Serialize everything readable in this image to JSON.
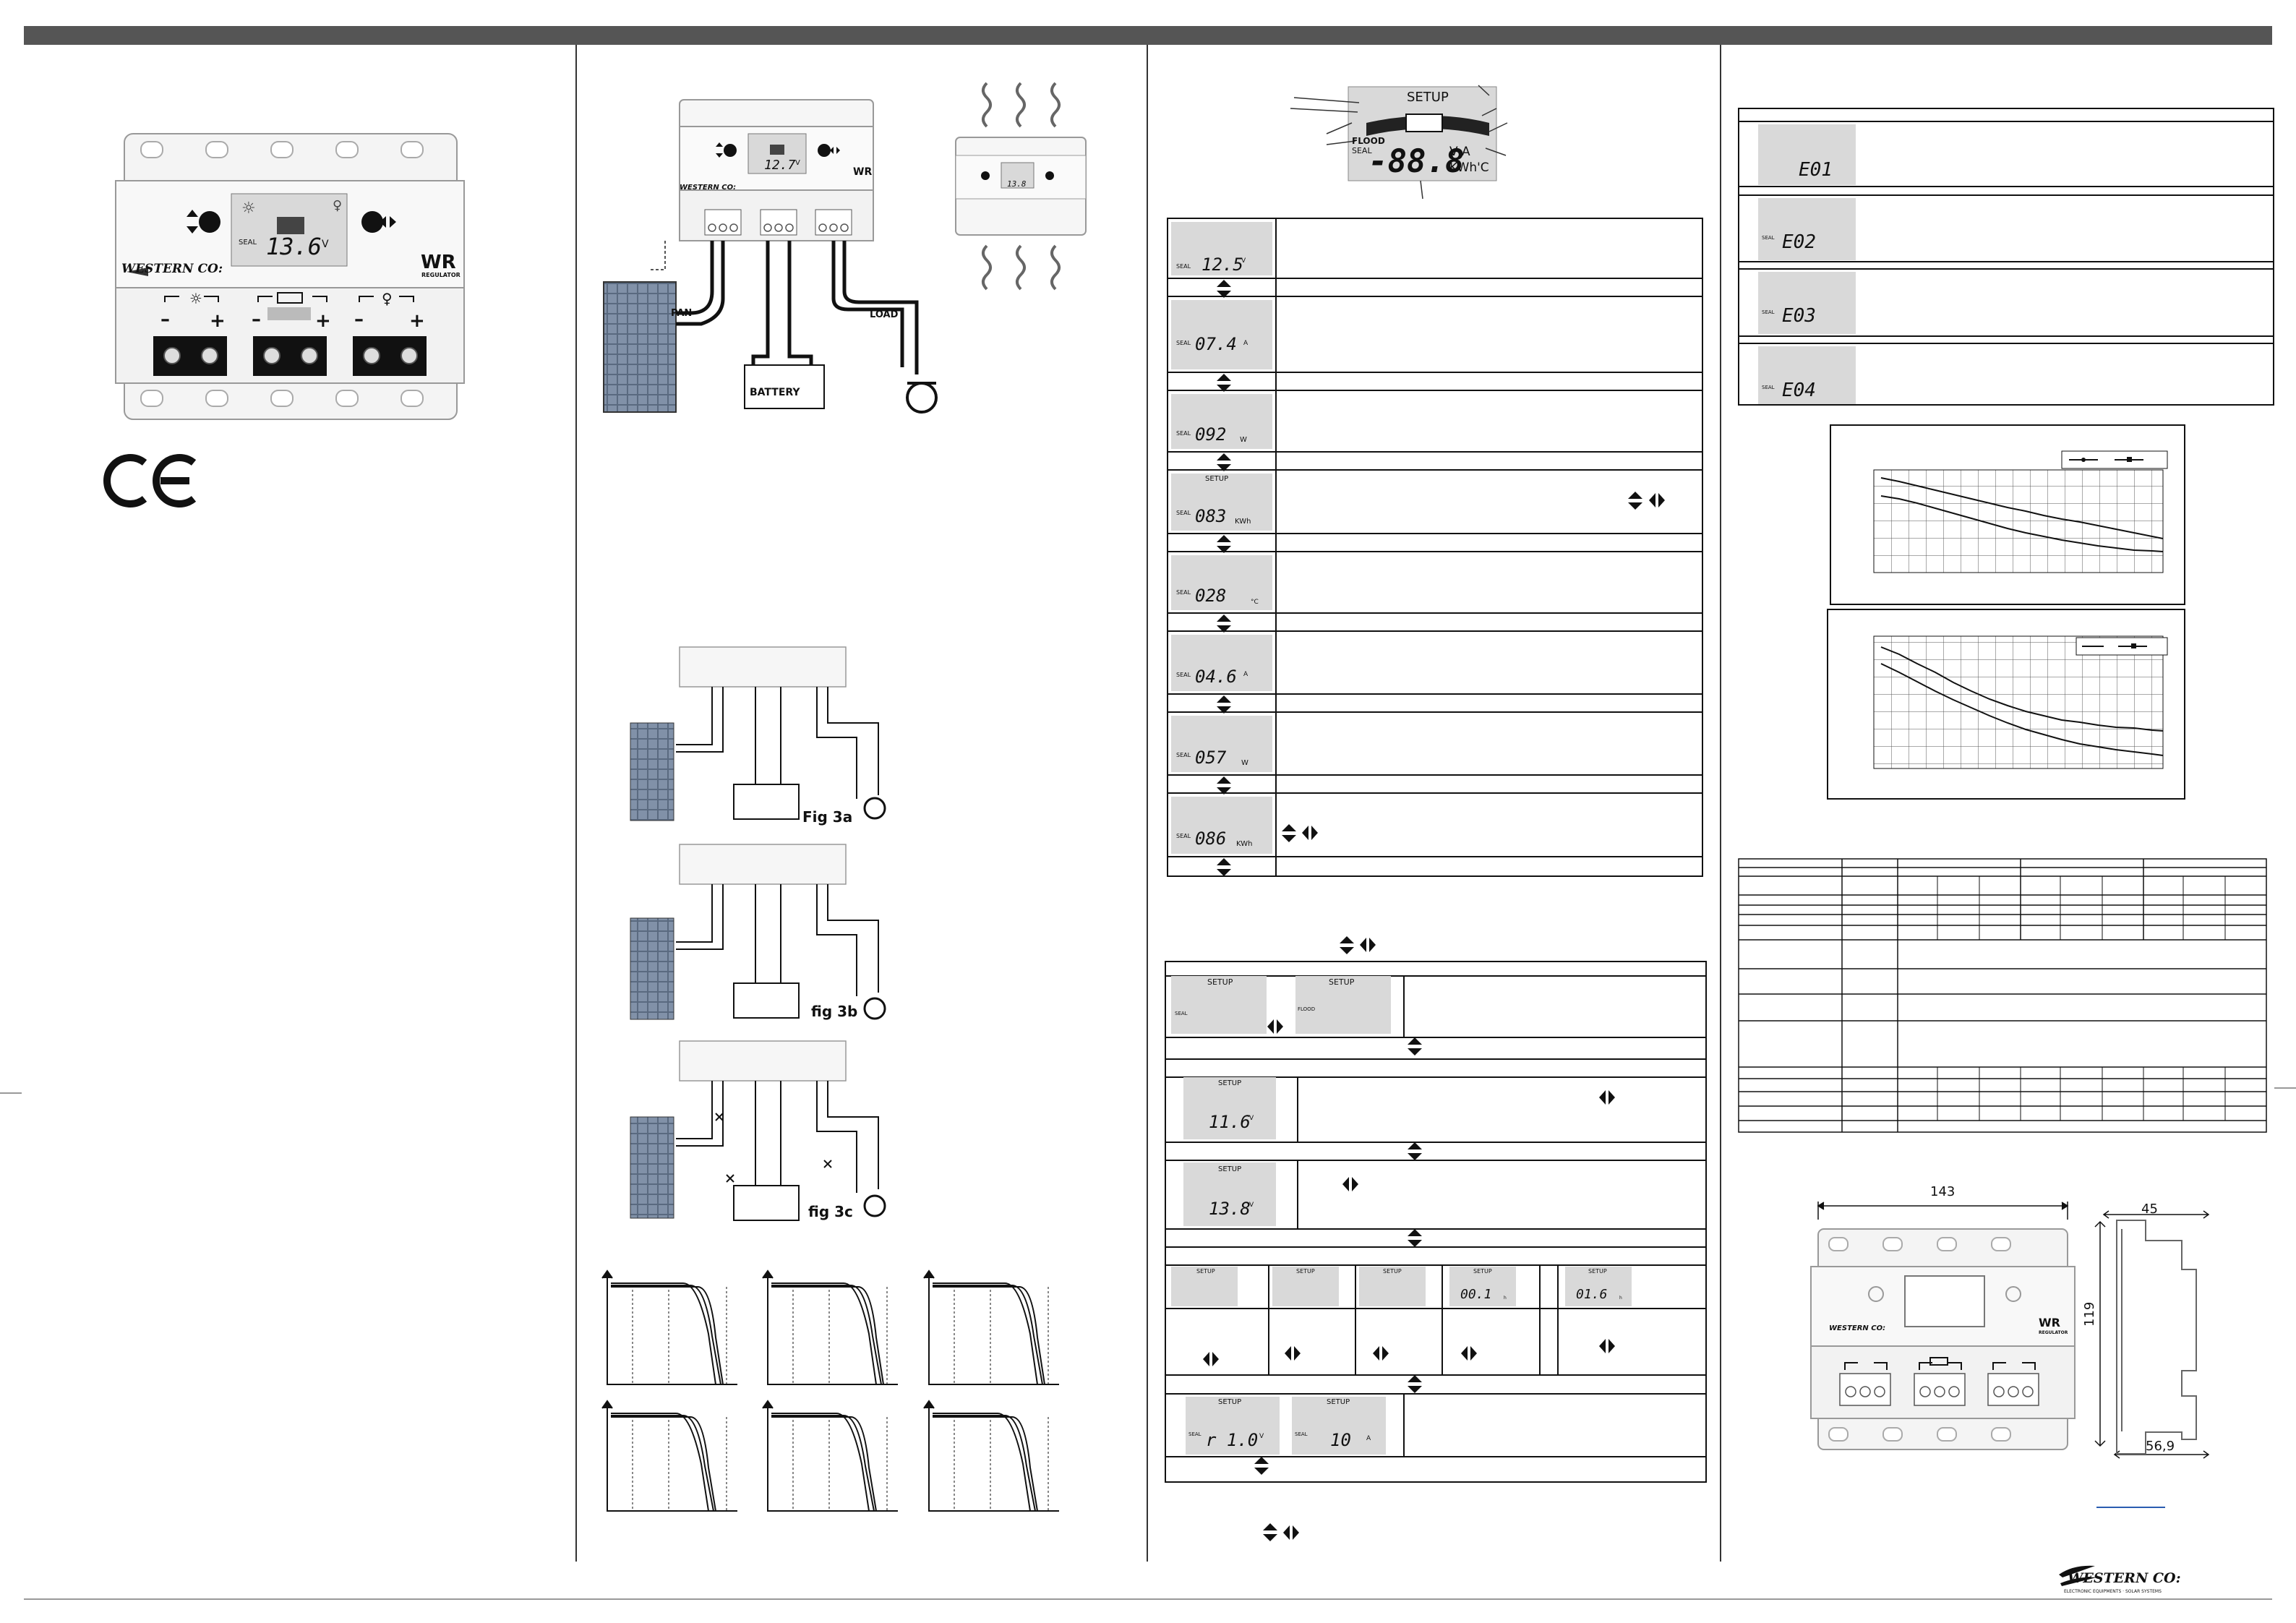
{
  "header_bar_color": "#555555",
  "lcd_color": "#d9d9d9",
  "col1": {
    "regulator": {
      "brand": "WESTERN CO:",
      "model": "WR",
      "model_sub": "REGULATOR",
      "lcd_label": "SEAL",
      "lcd_value": "13.6",
      "lcd_unit": "V"
    },
    "ce_mark": "CE"
  },
  "col2": {
    "wiring": {
      "brand": "WESTERN CO:",
      "model": "WR",
      "lcd_value": "12.7",
      "lcd_unit": "V",
      "pan_label": "PAN",
      "battery_label": "BATTERY",
      "load_label": "LOAD",
      "side_lcd_value": "13.8"
    },
    "figs": [
      "Fig 3a",
      "fig 3b",
      "fig 3c"
    ]
  },
  "col3": {
    "legend_lcd": {
      "setup": "SETUP",
      "flood": "FLOOD",
      "seal": "SEAL",
      "value": "-88.8",
      "units_top": "V A",
      "units_bottom": "KWh'C"
    },
    "menu_rows": [
      {
        "label": "SEAL",
        "value": "12.5",
        "unit": "V"
      },
      {
        "label": "SEAL",
        "value": "07.4",
        "unit": "A"
      },
      {
        "label": "SEAL",
        "value": "092",
        "unit": "W"
      },
      {
        "label": "SEAL",
        "value": "083",
        "unit": "KWh",
        "setup": "SETUP"
      },
      {
        "label": "SEAL",
        "value": "028",
        "unit": "°C"
      },
      {
        "label": "SEAL",
        "value": "04.6",
        "unit": "A"
      },
      {
        "label": "SEAL",
        "value": "057",
        "unit": "W"
      },
      {
        "label": "SEAL",
        "value": "086",
        "unit": "KWh"
      }
    ],
    "setup_rows": {
      "battery_type": [
        {
          "setup": "SETUP",
          "label": "SEAL"
        },
        {
          "setup": "SETUP",
          "label": "FLOOD"
        }
      ],
      "low_voltage": {
        "setup": "SETUP",
        "value": "11.6",
        "unit": "V"
      },
      "high_voltage": {
        "setup": "SETUP",
        "value": "13.8",
        "unit": "V"
      },
      "mode_cells": [
        {
          "setup": "SETUP",
          "value": ""
        },
        {
          "setup": "SETUP",
          "value": ""
        },
        {
          "setup": "SETUP",
          "value": ""
        },
        {
          "setup": "SETUP",
          "value": "00.1",
          "unit": "h"
        },
        {
          "setup": "SETUP",
          "value": "01.6",
          "unit": "h"
        }
      ],
      "reconnect": [
        {
          "setup": "SETUP",
          "label": "SEAL",
          "value": "r 1.0",
          "unit": "V"
        },
        {
          "setup": "SETUP",
          "label": "SEAL",
          "value": "10",
          "unit": "A"
        }
      ]
    }
  },
  "col4": {
    "errors": [
      {
        "code": "E01",
        "label": ""
      },
      {
        "code": "E02",
        "label": "SEAL"
      },
      {
        "code": "E03",
        "label": "SEAL"
      },
      {
        "code": "E04",
        "label": "SEAL"
      }
    ],
    "dims": {
      "width": "143",
      "depth": "45",
      "height": "119",
      "mount": "56,9"
    },
    "dim_regulator": {
      "brand": "WESTERN CO:",
      "model": "WR",
      "model_sub": "REGULATOR"
    },
    "chart_marker_series": [
      {
        "name": "",
        "marker": "square"
      },
      {
        "name": "",
        "marker": "circle"
      }
    ]
  },
  "footer": {
    "brand": "WESTERN CO:",
    "tagline": "ELECTRONIC EQUIPMENTS · SOLAR SYSTEMS"
  }
}
